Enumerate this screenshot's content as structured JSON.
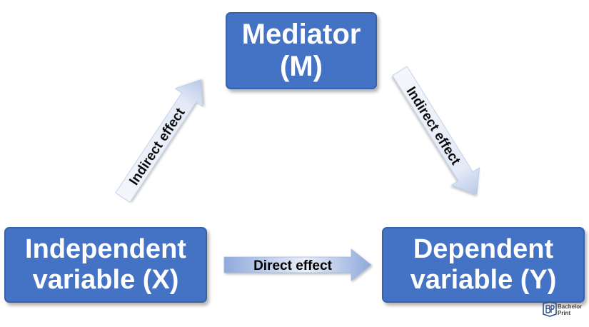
{
  "nodes": {
    "mediator": {
      "line1": "Mediator",
      "line2": "(M)"
    },
    "independent": {
      "line1": "Independent",
      "line2": "variable (X)"
    },
    "dependent": {
      "line1": "Dependent",
      "line2": "variable (Y)"
    }
  },
  "edges": {
    "direct": {
      "label": "Direct effect"
    },
    "indirect_xm": {
      "label": "Indirect effect"
    },
    "indirect_my": {
      "label": "Indirect effect"
    }
  },
  "colors": {
    "node_fill": "#4472c4",
    "arrow_light": "#eef2fa",
    "arrow_dark": "#8fa9db"
  },
  "logo": {
    "line1": "Bachelor",
    "line2": "Print",
    "icon": "bachelorprint-logo-icon"
  }
}
